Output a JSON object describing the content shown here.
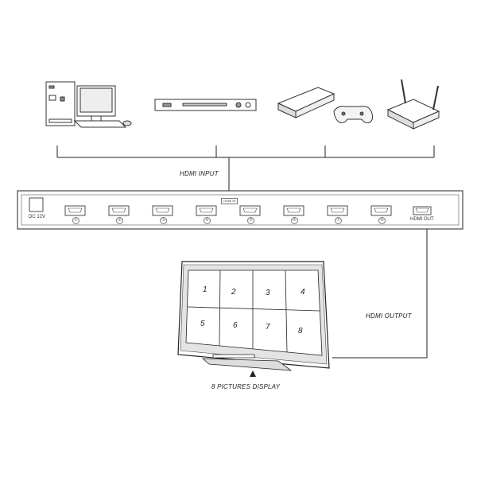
{
  "labels": {
    "hdmi_input": "HDMI INPUT",
    "hdmi_output": "HDMI OUTPUT",
    "hdmi_out_port": "HDMI OUT",
    "dc_power": "DC 12V",
    "hdmi_in_badge": "HDMI IN",
    "display_caption": "8 PICTURES DISPLAY"
  },
  "input_devices": [
    {
      "icon": "desktop-pc-icon"
    },
    {
      "icon": "dvd-player-icon"
    },
    {
      "icon": "game-console-icon"
    },
    {
      "icon": "wifi-router-icon"
    }
  ],
  "input_ports": [
    "①",
    "②",
    "③",
    "④",
    "⑤",
    "⑥",
    "⑦",
    "⑧"
  ],
  "screen_tiles": [
    "1",
    "2",
    "3",
    "4",
    "5",
    "6",
    "7",
    "8"
  ],
  "colors": {
    "line": "#222222",
    "fill": "#ffffff",
    "shade": "#cfcfcf"
  }
}
